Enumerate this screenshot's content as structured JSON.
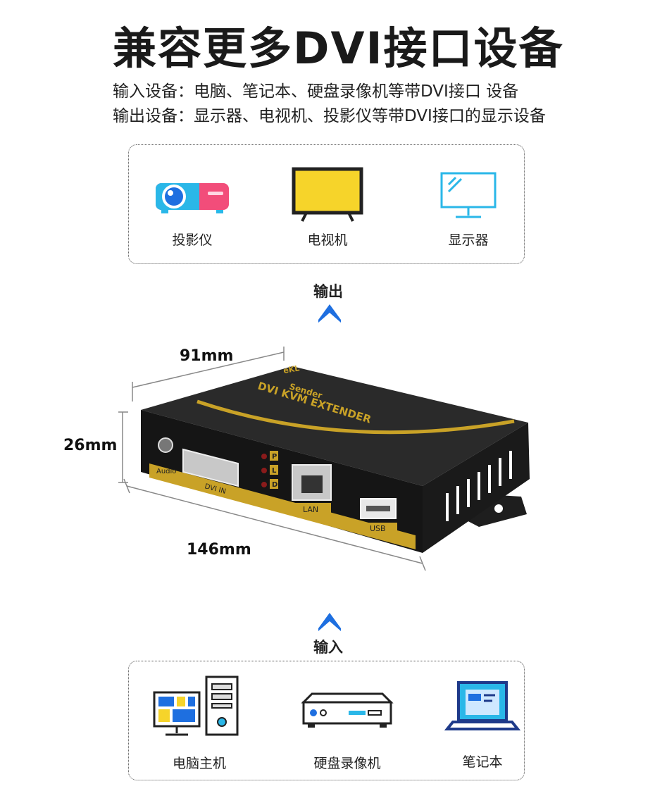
{
  "title": "兼容更多DVI接口设备",
  "input_desc": "输入设备：电脑、笔记本、硬盘录像机等带DVI接口 设备",
  "output_desc": "输出设备：显示器、电视机、投影仪等带DVI接口的显示设备",
  "output_devices": [
    {
      "label": "投影仪",
      "icon": "projector-icon"
    },
    {
      "label": "电视机",
      "icon": "tv-icon"
    },
    {
      "label": "显示器",
      "icon": "monitor-icon"
    }
  ],
  "output_label": "输出",
  "input_label": "输入",
  "dimensions": {
    "depth": "91mm",
    "height": "26mm",
    "width": "146mm"
  },
  "device": {
    "brand": "eKL",
    "model": "DVI KVM EXTENDER",
    "type": "Sender",
    "ports": {
      "audio": "Audio",
      "dvi": "DVI  IN",
      "lan": "LAN",
      "usb": "USB",
      "leds": [
        "P",
        "L",
        "D"
      ]
    }
  },
  "input_devices": [
    {
      "label": "电脑主机",
      "icon": "desktop-pc-icon"
    },
    {
      "label": "硬盘录像机",
      "icon": "dvr-icon"
    },
    {
      "label": "笔记本",
      "icon": "laptop-icon"
    }
  ],
  "colors": {
    "accent_blue": "#1e6fe0",
    "tv_yellow": "#f6d42a",
    "device_gold": "#c9a227",
    "projector_pink": "#f24d7a",
    "projector_cyan": "#2ab7e8"
  }
}
